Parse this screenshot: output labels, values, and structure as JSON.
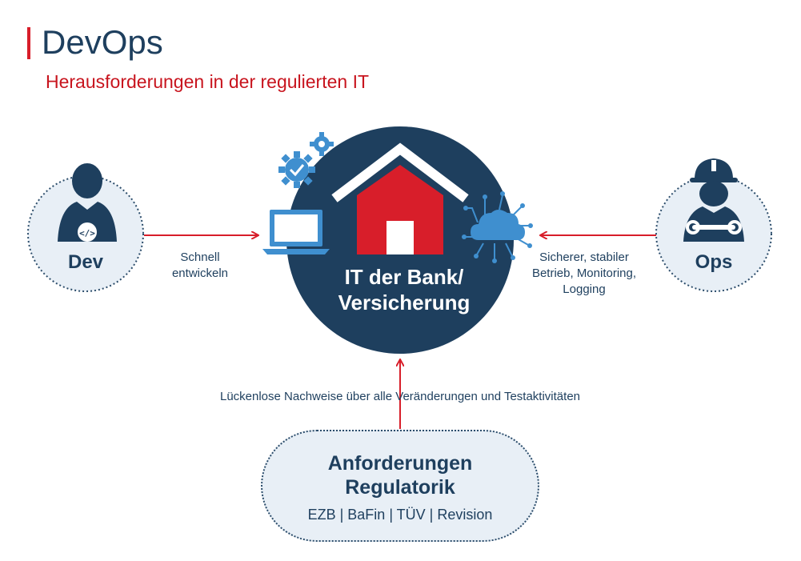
{
  "header": {
    "title": "DevOps",
    "subtitle": "Herausforderungen in der regulierten IT"
  },
  "center": {
    "line1": "IT der Bank/",
    "line2": "Versicherung"
  },
  "dev": {
    "label": "Dev",
    "arrow_line1": "Schnell",
    "arrow_line2": "entwickeln"
  },
  "ops": {
    "label": "Ops",
    "arrow_line1": "Sicherer,  stabiler",
    "arrow_line2": "Betrieb, Monitoring,",
    "arrow_line3": "Logging"
  },
  "regulation": {
    "arrow_label": "Lückenlose Nachweise über alle Veränderungen und Testaktivitäten",
    "title_line1": "Anforderungen",
    "title_line2": "Regulatorik",
    "sub": "EZB | BaFin | TÜV | Revision"
  },
  "colors": {
    "navy": "#1e3f5e",
    "red": "#d81e2a",
    "light": "#e8eff6",
    "blue": "#3f8fcf"
  }
}
